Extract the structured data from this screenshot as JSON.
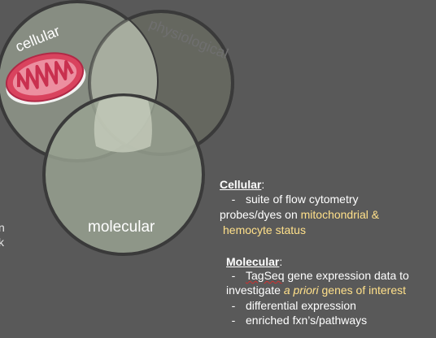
{
  "venn": {
    "cellular_label": "cellular",
    "physiological_label": "physiological",
    "molecular_label": "molecular"
  },
  "cellular": {
    "heading": "Cellular",
    "colon": ":",
    "dash": "-",
    "line1": "suite of flow cytometry",
    "line2_prefix": "probes/dyes on ",
    "line2_highlight": "mitochondrial &",
    "line3_highlight": "hemocyte status"
  },
  "molecular": {
    "heading": "Molecular",
    "colon": ":",
    "bullet1_squiggle": "TagSeq",
    "bullet1_rest": " gene expression data to",
    "line2_prefix": "investigate ",
    "line2_italic": "a priori",
    "line2_highlight": " genes of interest",
    "bullet2": "differential expression",
    "bullet3": "enriched fxn’s/pathways",
    "dash": "-"
  },
  "edge_fragments": [
    "n",
    "k"
  ],
  "colors": {
    "background": "#595959",
    "circle_fill": "#b9c2b0",
    "circle_stroke": "#3a3a3a",
    "highlight": "#ffe08a",
    "mitochondrion": "#d9435e"
  },
  "icons": [
    "mitochondrion-icon"
  ]
}
